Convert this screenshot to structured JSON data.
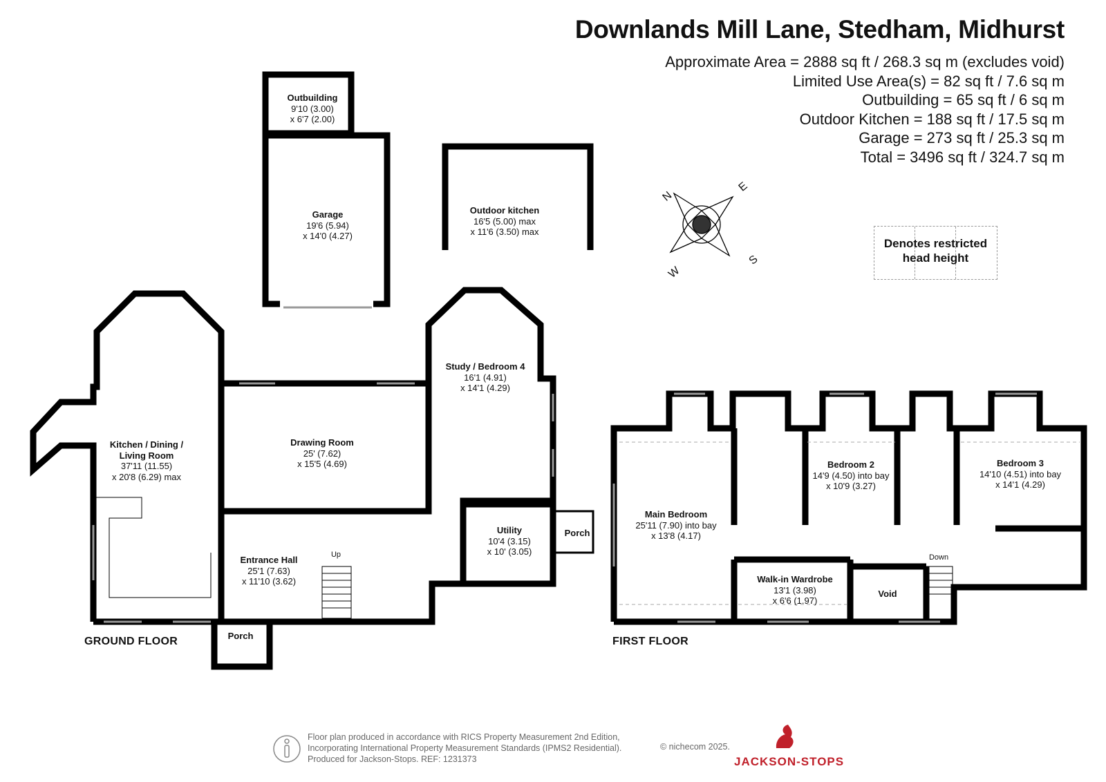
{
  "header": {
    "title": "Downlands Mill Lane, Stedham, Midhurst",
    "areas": [
      "Approximate Area = 2888 sq ft / 268.3 sq m (excludes void)",
      "Limited Use Area(s) = 82 sq ft / 7.6 sq m",
      "Outbuilding = 65 sq ft / 6 sq m",
      "Outdoor Kitchen = 188 sq ft / 17.5 sq m",
      "Garage = 273 sq ft / 25.3 sq m",
      "Total = 3496 sq ft / 324.7 sq m"
    ]
  },
  "legend": {
    "line1": "Denotes restricted",
    "line2": "head height"
  },
  "compass": {
    "n": "N",
    "e": "E",
    "s": "S",
    "w": "W"
  },
  "floors": {
    "ground": "GROUND FLOOR",
    "first": "FIRST FLOOR"
  },
  "rooms": {
    "outbuilding": {
      "name": "Outbuilding",
      "d1": "9'10 (3.00)",
      "d2": "x 6'7 (2.00)"
    },
    "garage": {
      "name": "Garage",
      "d1": "19'6 (5.94)",
      "d2": "x 14'0 (4.27)"
    },
    "outdoor_kitchen": {
      "name": "Outdoor kitchen",
      "d1": "16'5 (5.00) max",
      "d2": "x 11'6 (3.50) max"
    },
    "kitchen": {
      "name1": "Kitchen / Dining /",
      "name2": "Living Room",
      "d1": "37'11 (11.55)",
      "d2": "x 20'8 (6.29) max"
    },
    "drawing": {
      "name": "Drawing Room",
      "d1": "25' (7.62)",
      "d2": "x 15'5 (4.69)"
    },
    "study": {
      "name": "Study / Bedroom 4",
      "d1": "16'1 (4.91)",
      "d2": "x 14'1 (4.29)"
    },
    "entrance": {
      "name": "Entrance Hall",
      "d1": "25'1 (7.63)",
      "d2": "x 11'10 (3.62)"
    },
    "utility": {
      "name": "Utility",
      "d1": "10'4 (3.15)",
      "d2": "x 10' (3.05)"
    },
    "porch_side": {
      "name": "Porch"
    },
    "porch_front": {
      "name": "Porch"
    },
    "main_bedroom": {
      "name": "Main Bedroom",
      "d1": "25'11 (7.90) into bay",
      "d2": "x 13'8 (4.17)"
    },
    "bedroom2": {
      "name": "Bedroom 2",
      "d1": "14'9 (4.50) into bay",
      "d2": "x 10'9 (3.27)"
    },
    "bedroom3": {
      "name": "Bedroom 3",
      "d1": "14'10 (4.51) into bay",
      "d2": "x 14'1 (4.29)"
    },
    "wardrobe": {
      "name": "Walk-in Wardrobe",
      "d1": "13'1 (3.98)",
      "d2": "x 6'6 (1.97)"
    },
    "void": {
      "name": "Void"
    }
  },
  "stairs": {
    "up": "Up",
    "down": "Down"
  },
  "footer": {
    "line1": "Floor plan produced in accordance with RICS Property Measurement 2nd Edition,",
    "line2": "Incorporating International Property Measurement Standards (IPMS2 Residential).",
    "line3": "Produced for Jackson-Stops.   REF: 1231373",
    "copyright": "© nichecom 2025.",
    "brand": "JACKSON-STOPS"
  },
  "colors": {
    "wall": "#000000",
    "window": "#999999",
    "brand": "#c0202a"
  }
}
